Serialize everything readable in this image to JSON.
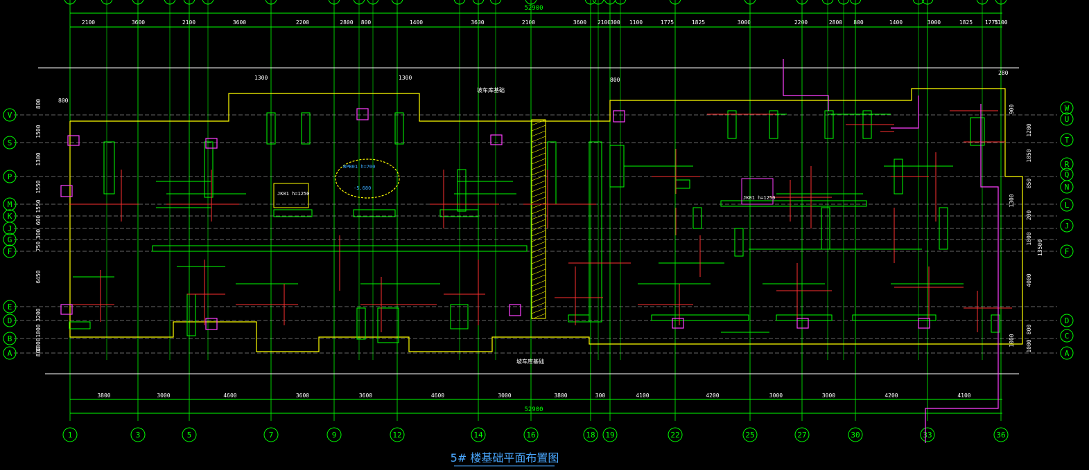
{
  "drawing": {
    "title": "5# 楼基础平面布置图",
    "overall_dimension": "52900",
    "top_dimensions": [
      "2100",
      "3600",
      "2100",
      "3600",
      "2200",
      "2800",
      "800",
      "1400",
      "3600",
      "2100",
      "3600",
      "2100",
      "300",
      "1100",
      "1775",
      "1825",
      "3000",
      "2200",
      "2800",
      "800",
      "1400",
      "3000",
      "1825",
      "1775",
      "1100"
    ],
    "bottom_dimensions": [
      "3800",
      "3000",
      "4600",
      "3600",
      "3600",
      "4600",
      "3000",
      "3800",
      "300",
      "4100",
      "4200",
      "3000",
      "3000",
      "4200",
      "4100"
    ],
    "bottom_axes": [
      "1",
      "3",
      "5",
      "7",
      "9",
      "12",
      "14",
      "16",
      "18",
      "19",
      "22",
      "25",
      "27",
      "30",
      "33",
      "36"
    ],
    "left_axes": [
      "V",
      "S",
      "P",
      "M",
      "K",
      "J",
      "G",
      "F",
      "E",
      "D",
      "B",
      "A"
    ],
    "right_axes": [
      "W",
      "U",
      "T",
      "R",
      "Q",
      "N",
      "L",
      "J",
      "F",
      "D",
      "C",
      "A"
    ],
    "left_dims": [
      "800",
      "1500",
      "1300",
      "1550",
      "1550",
      "600",
      "300",
      "750",
      "6450",
      "3200",
      "1000",
      "1000",
      "800"
    ],
    "right_dims": [
      "900",
      "1200",
      "1850",
      "850",
      "1300",
      "200",
      "1800",
      "4000",
      "800",
      "1000",
      "1000",
      "13500"
    ],
    "annotations": {
      "cloud_tag": "BPB01 h=700",
      "cloud_level": "-5.680",
      "well1": "JK01 h=1250",
      "well2": "JK01 h=1250",
      "ramp_top": "坡车库基础",
      "ramp_bottom": "坡车库基础",
      "dim_1300a": "1300",
      "dim_1300b": "1300",
      "dim_800a": "800",
      "dim_800b": "800",
      "dim_280": "280"
    },
    "colors": {
      "background": "#000000",
      "axis": "#00ff00",
      "dimension": "#00ff00",
      "foundation": "#ffff00",
      "wall": "#00ff00",
      "rebar": "#ff0000",
      "column": "#ff00ff",
      "text": "#ffffff",
      "title": "#4aa8ff"
    }
  }
}
